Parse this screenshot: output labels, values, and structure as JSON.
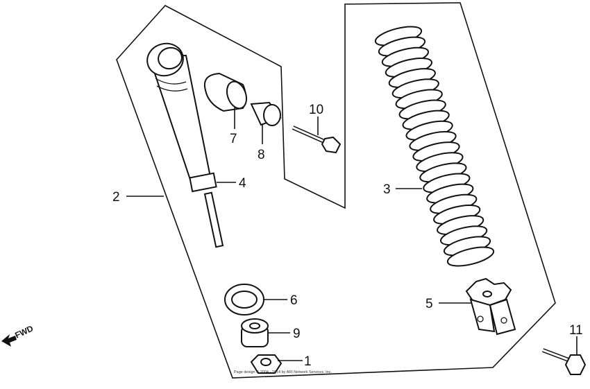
{
  "diagram": {
    "direction_label": "FWD",
    "copyright": "Page design © 2004 - 2014 by ARI Network Services, Inc.",
    "callouts": [
      {
        "id": "c1",
        "number": "1"
      },
      {
        "id": "c2",
        "number": "2"
      },
      {
        "id": "c3",
        "number": "3"
      },
      {
        "id": "c4",
        "number": "4"
      },
      {
        "id": "c5",
        "number": "5"
      },
      {
        "id": "c6",
        "number": "6"
      },
      {
        "id": "c7",
        "number": "7"
      },
      {
        "id": "c8",
        "number": "8"
      },
      {
        "id": "c9",
        "number": "9"
      },
      {
        "id": "c10",
        "number": "10"
      },
      {
        "id": "c11",
        "number": "11"
      }
    ]
  }
}
